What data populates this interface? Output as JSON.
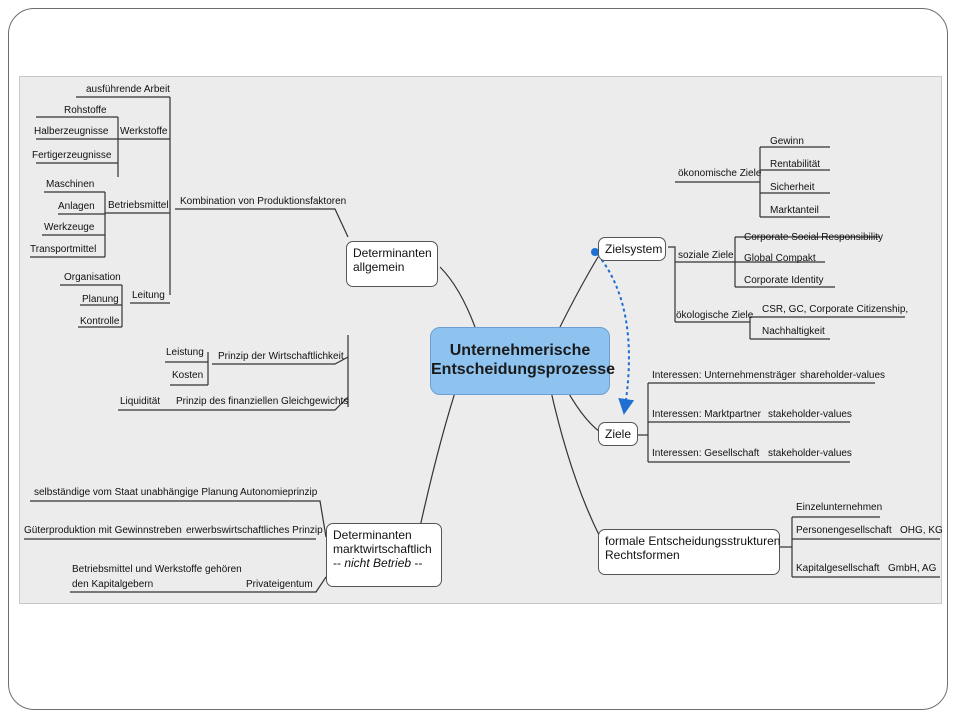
{
  "central": {
    "line1": "Unternehmerische",
    "line2": "Entscheidungsprozesse"
  },
  "determinanten_allgemein": {
    "title_line1": "Determinanten",
    "title_line2": "allgemein",
    "kombination": {
      "label": "Kombination von Produktionsfaktoren",
      "ausfuehrende_arbeit": "ausführende Arbeit",
      "werkstoffe": {
        "label": "Werkstoffe",
        "items": [
          "Rohstoffe",
          "Halberzeugnisse",
          "Fertigerzeugnisse"
        ]
      },
      "betriebsmittel": {
        "label": "Betriebsmittel",
        "items": [
          "Maschinen",
          "Anlagen",
          "Werkzeuge",
          "Transportmittel"
        ]
      },
      "leitung": {
        "label": "Leitung",
        "items": [
          "Organisation",
          "Planung",
          "Kontrolle"
        ]
      }
    },
    "wirtschaftlichkeit": {
      "label": "Prinzip der Wirtschaftlichkeit",
      "items": [
        "Leistung",
        "Kosten"
      ]
    },
    "gleichgewicht": {
      "label": "Prinzip des finanziellen Gleichgewichts",
      "items": [
        "Liquidität"
      ]
    }
  },
  "determinanten_markt": {
    "title_line1": "Determinanten",
    "title_line2": "marktwirtschaftlich",
    "title_line3_prefix": "--",
    "title_line3_italic": "nicht Betrieb",
    "title_line3_suffix": "--",
    "autonomie": {
      "label": "Autonomieprinzip",
      "detail": "selbständige vom Staat unabhängige Planung"
    },
    "erwerb": {
      "label": "erwerbswirtschaftliches Prinzip",
      "detail": "Güterproduktion mit Gewinnstreben"
    },
    "privat": {
      "label": "Privateigentum",
      "detail_line1": "Betriebsmittel und Werkstoffe gehören",
      "detail_line2": "den Kapitalgebern"
    }
  },
  "zielsystem": {
    "title": "Zielsystem",
    "oekonomisch": {
      "label": "ökonomische Ziele",
      "items": [
        "Gewinn",
        "Rentabilität",
        "Sicherheit",
        "Marktanteil"
      ]
    },
    "sozial": {
      "label": "soziale Ziele",
      "items": [
        "Corporate Social Responsibility",
        "Global Compakt",
        "Corporate Identity"
      ]
    },
    "oekologisch": {
      "label": "ökologische Ziele",
      "items": [
        "CSR, GC,  Corporate Citizenship,",
        "Nachhaltigkeit"
      ]
    }
  },
  "ziele": {
    "title": "Ziele",
    "interessen": [
      {
        "label": "Interessen: Unternehmensträger",
        "value": "shareholder-values"
      },
      {
        "label": "Interessen: Marktpartner",
        "value": "stakeholder-values"
      },
      {
        "label": "Interessen: Gesellschaft",
        "value": "stakeholder-values"
      }
    ]
  },
  "formale": {
    "title_line1": "formale Entscheidungsstrukturen",
    "title_line2": "Rechtsformen",
    "einzel": "Einzelunternehmen",
    "personen": {
      "label": "Personengesellschaft",
      "value": "OHG, KG"
    },
    "kapital": {
      "label": "Kapitalgesellschaft",
      "value": "GmbH, AG"
    }
  },
  "colors": {
    "central_fill": "#8ec3f0",
    "canvas": "#ececec",
    "relationship_arrow": "#1f6fd0"
  }
}
